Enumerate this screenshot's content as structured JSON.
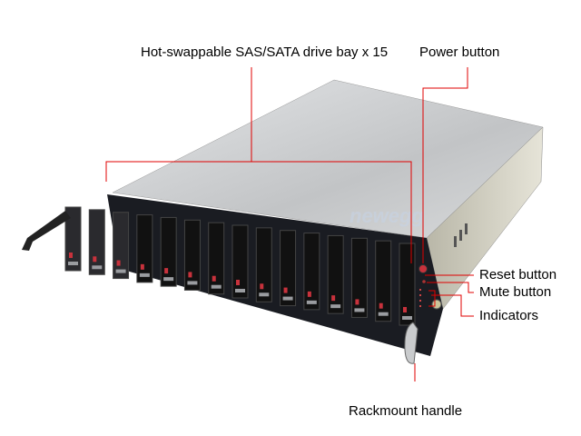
{
  "labels": {
    "drive_bay": "Hot-swappable SAS/SATA drive bay x 15",
    "power": "Power button",
    "reset": "Reset button",
    "mute": "Mute button",
    "indicators": "Indicators",
    "handle": "Rackmount handle"
  },
  "drive_bay_count": 15,
  "watermark": "newegg.com",
  "colors": {
    "leader": "#e00000",
    "chassis_top": "#c9cbcd",
    "front_panel": "#1a1c22"
  }
}
